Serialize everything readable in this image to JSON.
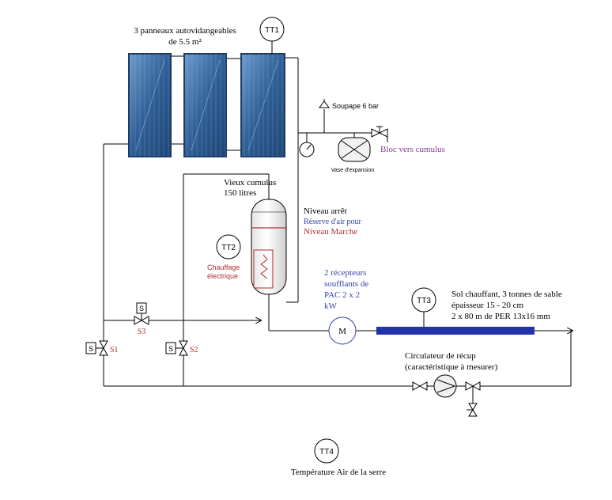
{
  "panels": {
    "label_line1": "3 panneaux autovidangeables",
    "label_line2": "de 5.5 m²"
  },
  "sensors": {
    "tt1": "TT1",
    "tt2": "TT2",
    "tt3": "TT3",
    "tt4": "TT4",
    "tt4_caption": "Température Air de la serre"
  },
  "safety": {
    "valve_label": "Soupape 6 bar",
    "expansion_label": "Vase d'expansion",
    "to_tank_label": "Bloc vers cumulus"
  },
  "tank": {
    "label_line1": "Vieux cumulus",
    "label_line2": "150 litres",
    "stop_level": "Niveau arrêt",
    "air_reserve": "Réserve d'air pour",
    "run_level": "Niveau Marche",
    "heater_line1": "Chauffage",
    "heater_line2": "électrique"
  },
  "valves": {
    "s_symbol": "S",
    "s1": "S1",
    "s2": "S2",
    "s3": "S3"
  },
  "heatpump": {
    "motor_symbol": "M",
    "line1": "2 récepteurs",
    "line2": "soufflants de",
    "line3": "PAC 2 x 2",
    "line4": "kW"
  },
  "floor": {
    "line1": "Sol chauffant, 3 tonnes de sable",
    "line2": "épaisseur 15 - 20 cm",
    "line3": "2 x 80 m de PER 13x16 mm"
  },
  "circulator": {
    "line1": "Circulateur de récup",
    "line2": "(caractéristique à mesurer)"
  },
  "colors": {
    "panel": "#2f5f95",
    "pipe": "#000000",
    "accent_blue": "#3344aa",
    "accent_red": "#b03030",
    "accent_purple": "#8a3a9a",
    "floor_bar": "#2233aa"
  }
}
